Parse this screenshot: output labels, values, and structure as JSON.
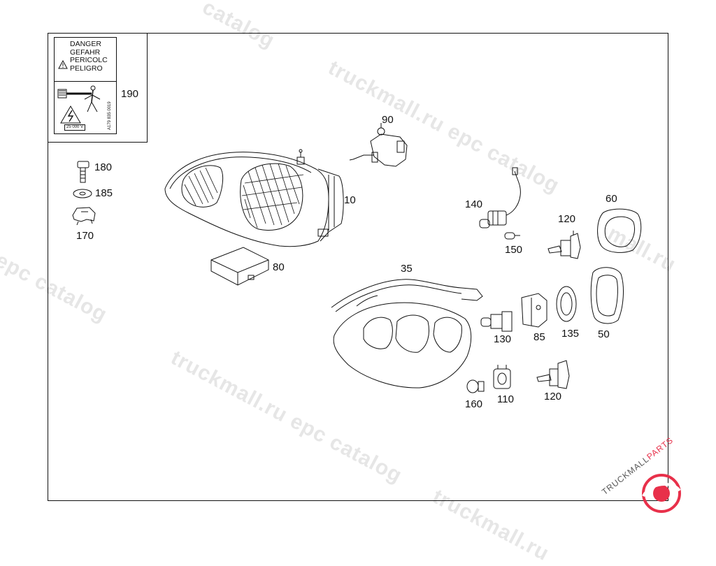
{
  "label_190": {
    "lines": [
      "DANGER",
      "GEFAHR",
      "PERICOLC",
      "PELIGRO"
    ],
    "voltage": "25 000 V",
    "part_no": "A179 835 0019"
  },
  "callouts": {
    "c190": "190",
    "c180": "180",
    "c185": "185",
    "c170": "170",
    "c10": "10",
    "c80": "80",
    "c90": "90",
    "c140": "140",
    "c150": "150",
    "c120a": "120",
    "c60": "60",
    "c35": "35",
    "c130": "130",
    "c85": "85",
    "c135": "135",
    "c50": "50",
    "c160": "160",
    "c110": "110",
    "c120b": "120"
  },
  "watermarks": {
    "w1": "catalog",
    "w2": "truckmall.ru epc catalog",
    "w3": "epc catalog",
    "w4": "truckmall.ru epc catalog",
    "w5": "mall.ru",
    "w6": "truckmall.ru"
  },
  "logo": {
    "text_dark": "TRUCKMALL",
    "text_accent": "PARTS",
    "accent_color": "#e8304a"
  }
}
